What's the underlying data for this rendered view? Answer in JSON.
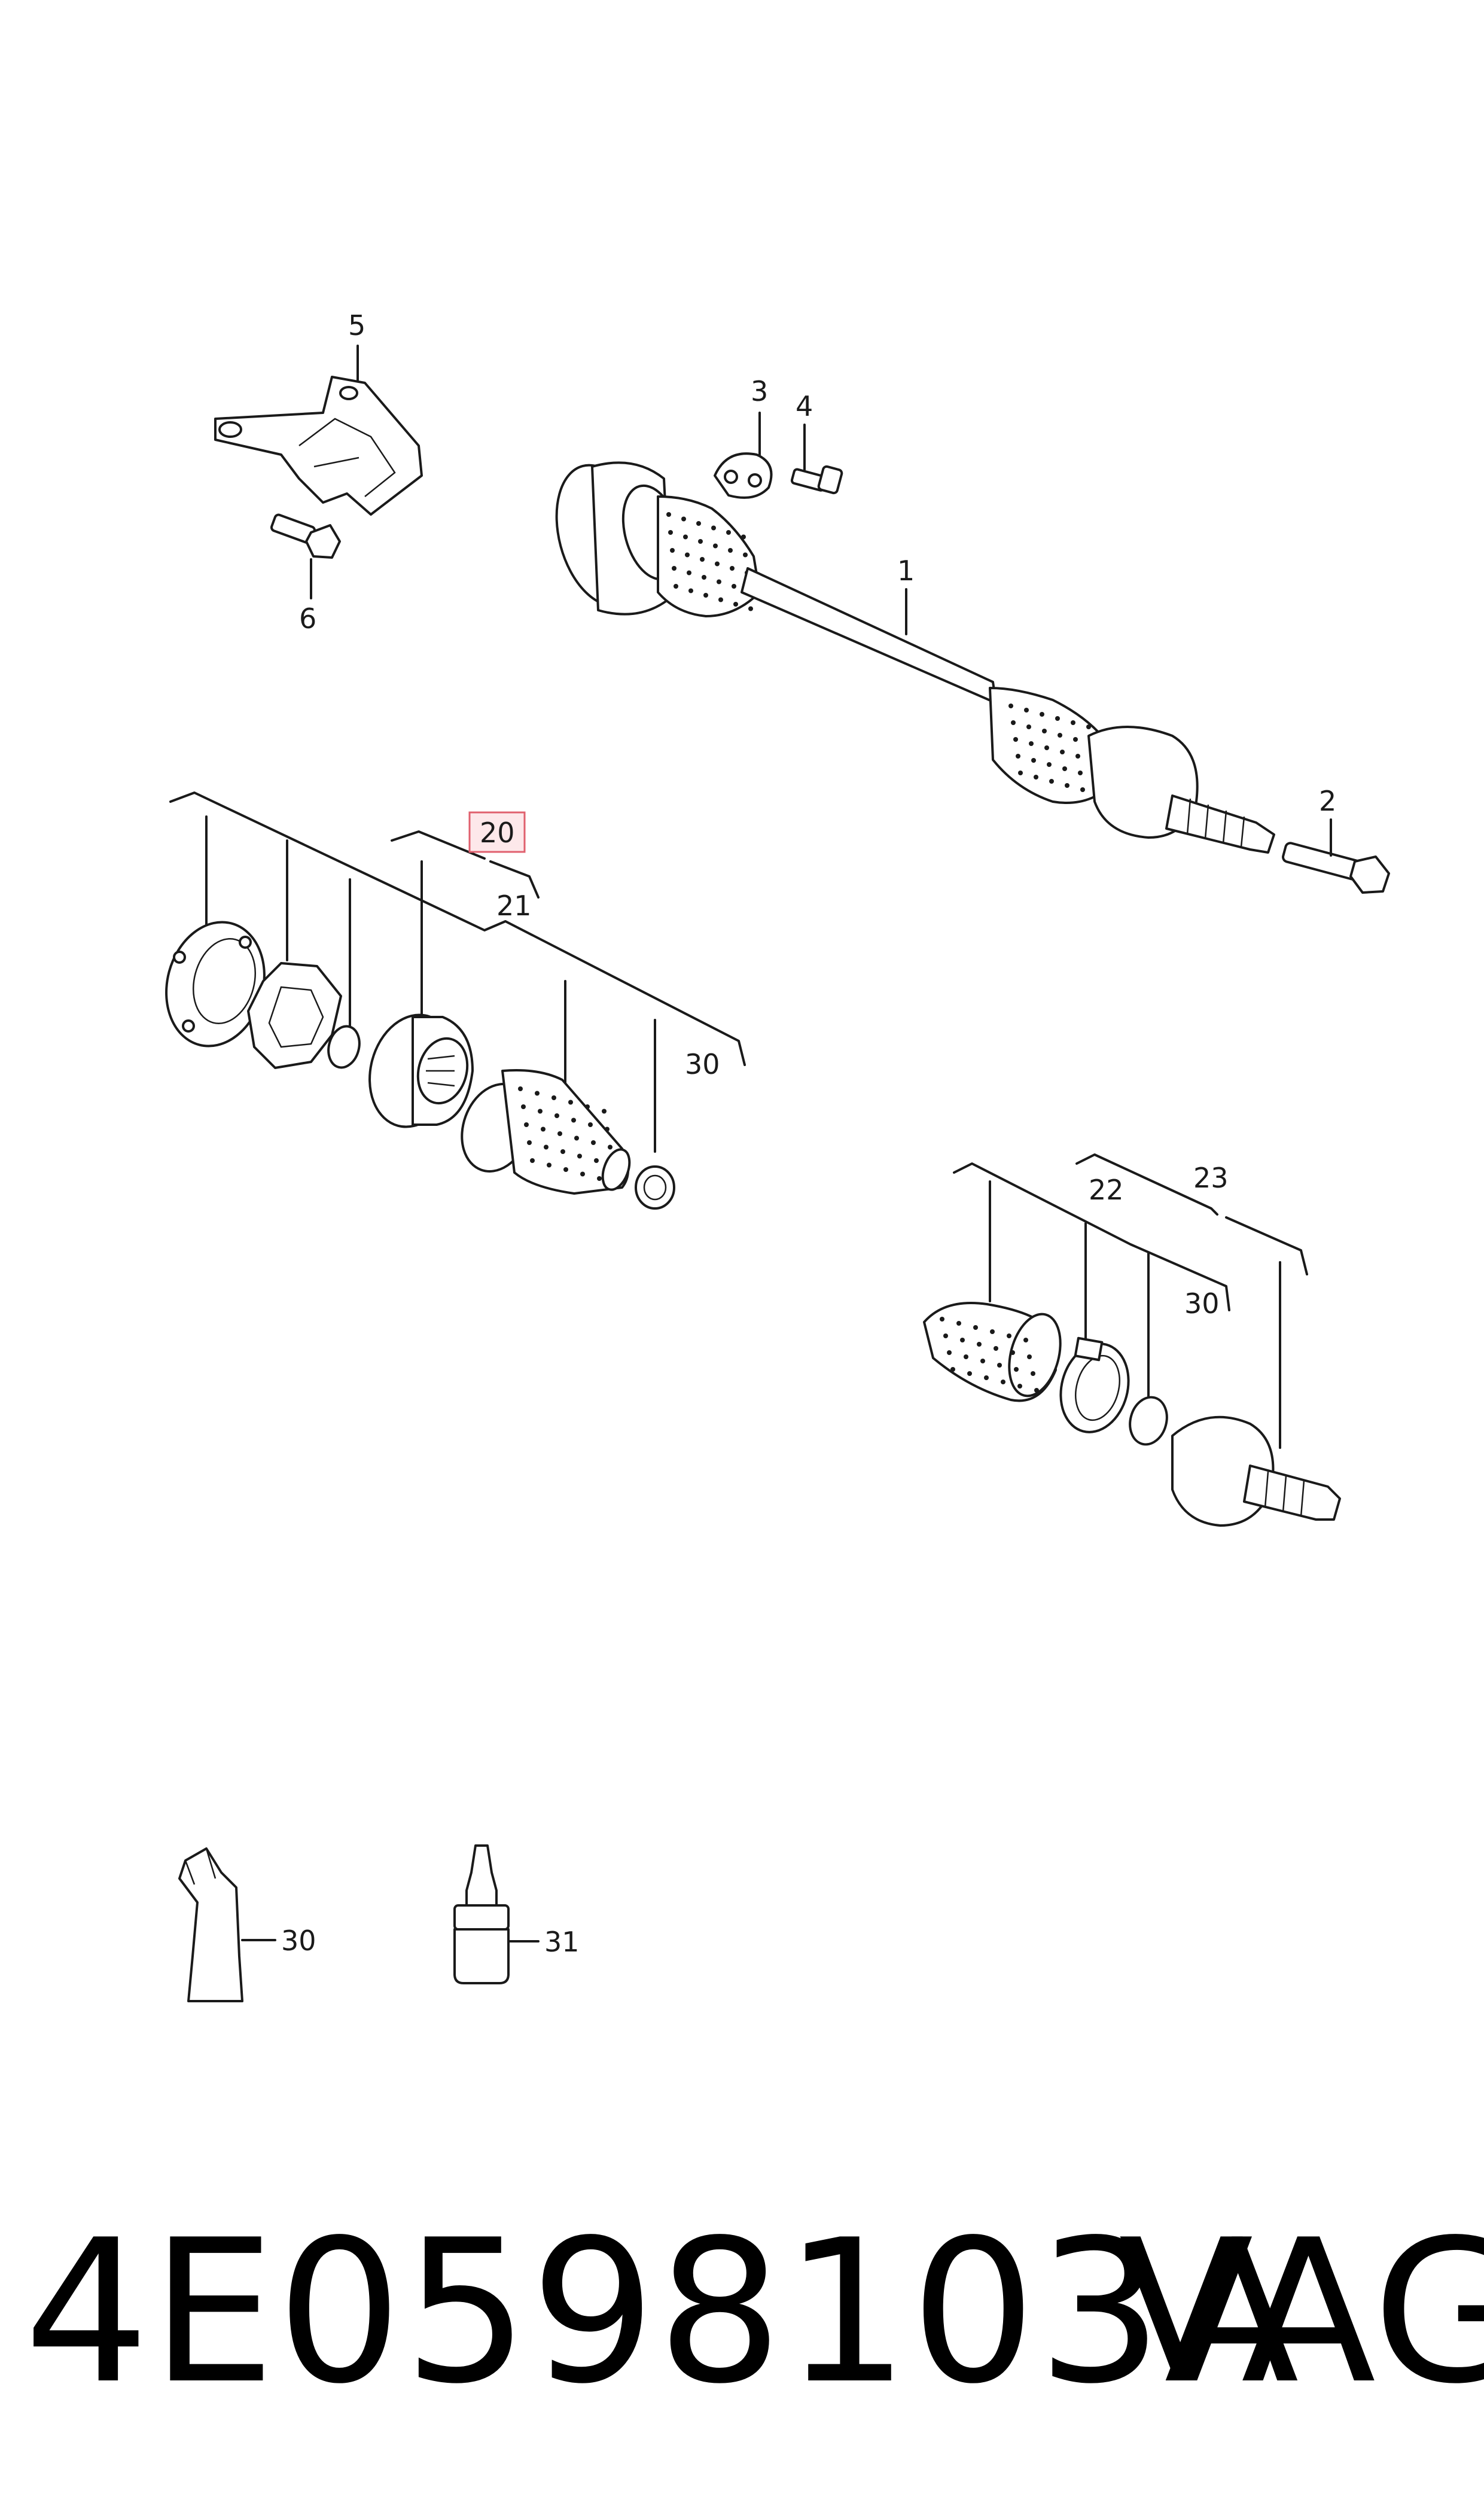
{
  "callouts": {
    "c1": "1",
    "c2": "2",
    "c3": "3",
    "c4": "4",
    "c5": "5",
    "c6": "6",
    "c20": "20",
    "c21": "21",
    "c30a": "30",
    "c22": "22",
    "c23": "23",
    "c30b": "30",
    "c30c": "30",
    "c31": "31"
  },
  "highlighted_callout": "20",
  "footer": {
    "part_number": "4E0598103A",
    "brand": "VAG"
  },
  "colors": {
    "line": "#1a1a1a",
    "highlight_fill": "#fde8ea",
    "highlight_border": "#e0606e"
  }
}
